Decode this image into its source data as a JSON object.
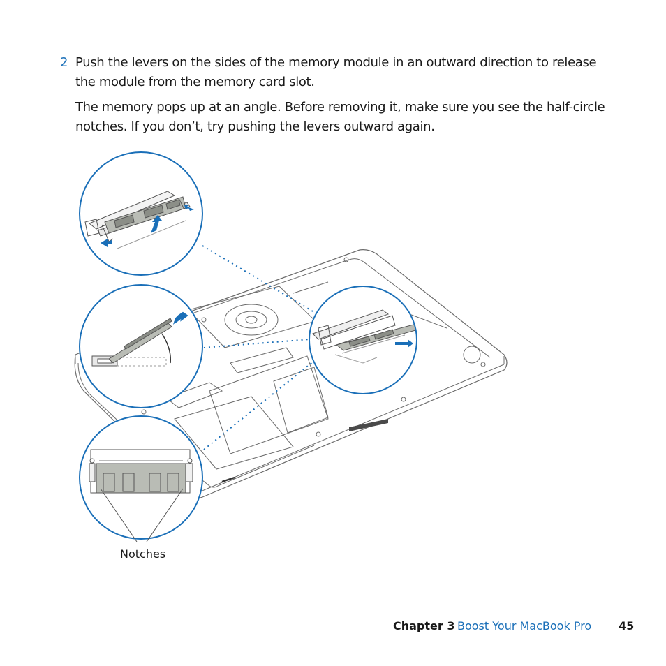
{
  "step": {
    "number": "2",
    "paragraphs": [
      "Push the levers on the sides of the memory module in an outward direction to release the module from the memory card slot.",
      "The memory pops up at an angle. Before removing it, make sure you see the half-circle notches. If you don’t, try pushing the levers outward again."
    ]
  },
  "illustration": {
    "callout_label": "Notches",
    "colors": {
      "accent": "#1a6fb8",
      "line": "#6b6b6b",
      "module": "#b9bcb5"
    }
  },
  "footer": {
    "chapter": "Chapter 3",
    "title": "Boost Your MacBook Pro",
    "page": "45"
  }
}
